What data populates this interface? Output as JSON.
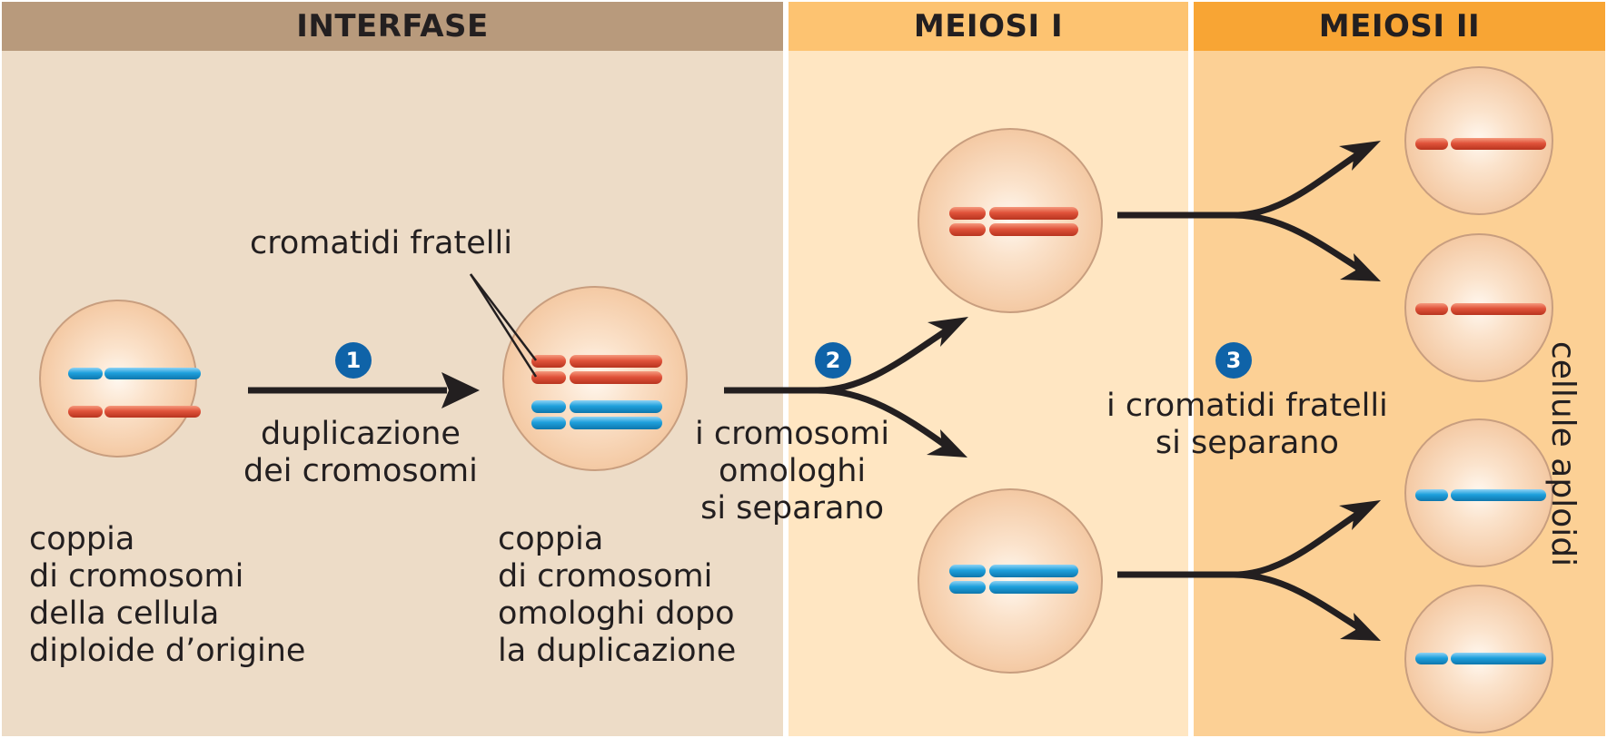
{
  "phases": {
    "interfase": "INTERFASE",
    "meiosi_1": "MEIOSI I",
    "meiosi_2": "MEIOSI II"
  },
  "steps": {
    "one": "1",
    "two": "2",
    "three": "3"
  },
  "labels": {
    "sister_chromatids": "cromatidi fratelli",
    "duplication": "duplicazione\ndei cromosomi",
    "homologs_separate": "i cromosomi\nomologhi\nsi separano",
    "chromatids_separate": "i cromatidi fratelli\nsi separano",
    "original_pair": "coppia\ndi cromosomi\ndella cellula\ndiploide d’origine",
    "duplicated_pair": "coppia\ndi cromosomi\nomologhi dopo\nla duplicazione",
    "haploid_cells": "cellule aploidi"
  },
  "colors": {
    "interfase_header": "#b89a7c",
    "interfase_bg": "#eddcc7",
    "meiosi1_header": "#fdc371",
    "meiosi1_bg": "#ffe6c2",
    "meiosi2_header": "#f8a534",
    "meiosi2_bg": "#fcd095",
    "cell_fill": "#f6d0ae",
    "chromosome_red": "#e0533a",
    "chromosome_blue": "#1ea0dc",
    "step_badge": "#0f63a8",
    "arrow": "#231f20"
  }
}
